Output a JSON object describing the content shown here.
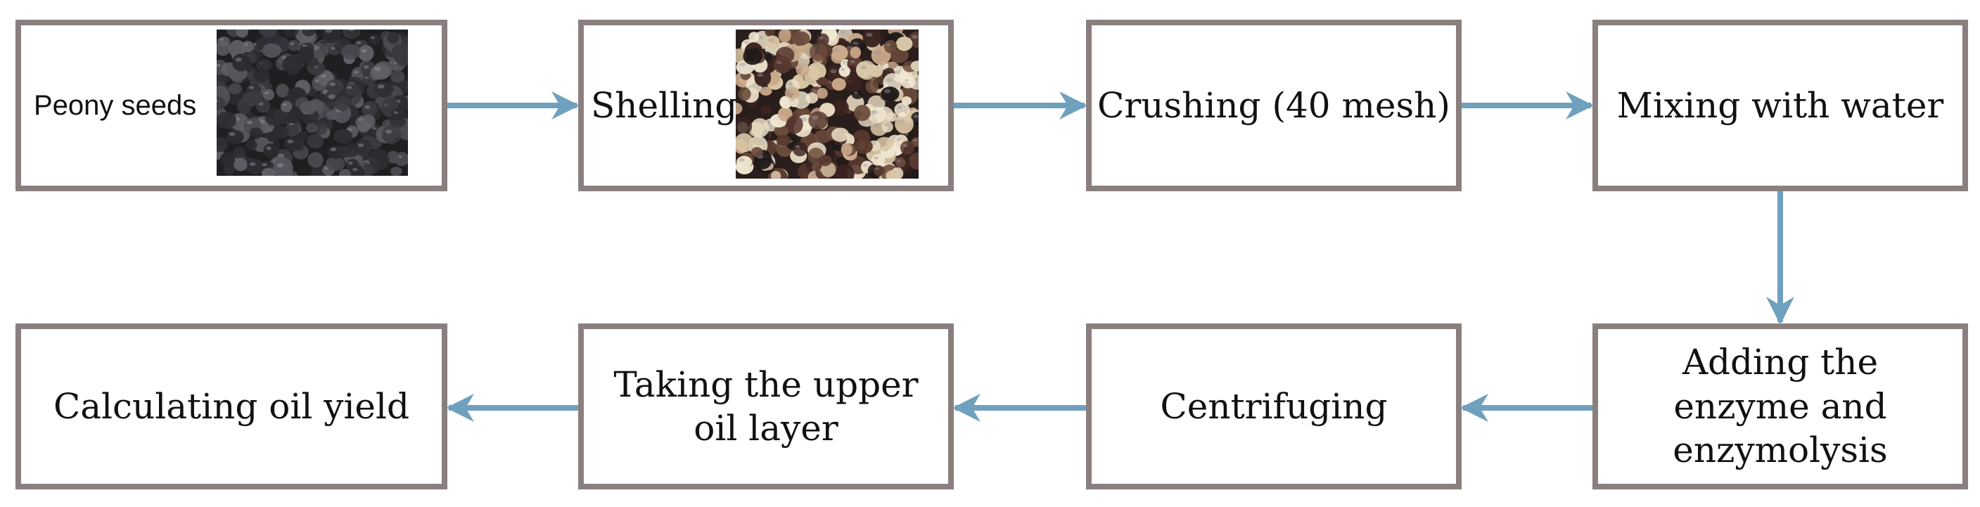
{
  "steps": [
    {
      "label": "Peony seeds"
    },
    {
      "label": "Shelling"
    },
    {
      "label": "Crushing (40 mesh)"
    },
    {
      "label": "Mixing with water"
    },
    {
      "label": "Adding the enzyme and enzymolysis"
    },
    {
      "label": "Centrifuging"
    },
    {
      "label": "Taking the upper oil layer"
    },
    {
      "label": "Calculating oil yield"
    }
  ],
  "colors": {
    "box_border": "#8a7f7f",
    "arrow": "#6fa0bd",
    "text": "#111111"
  },
  "icons": {
    "peony_seeds_photo": "dark-seed-pile-photo",
    "shelled_seeds_photo": "shelled-seed-mix-photo"
  }
}
